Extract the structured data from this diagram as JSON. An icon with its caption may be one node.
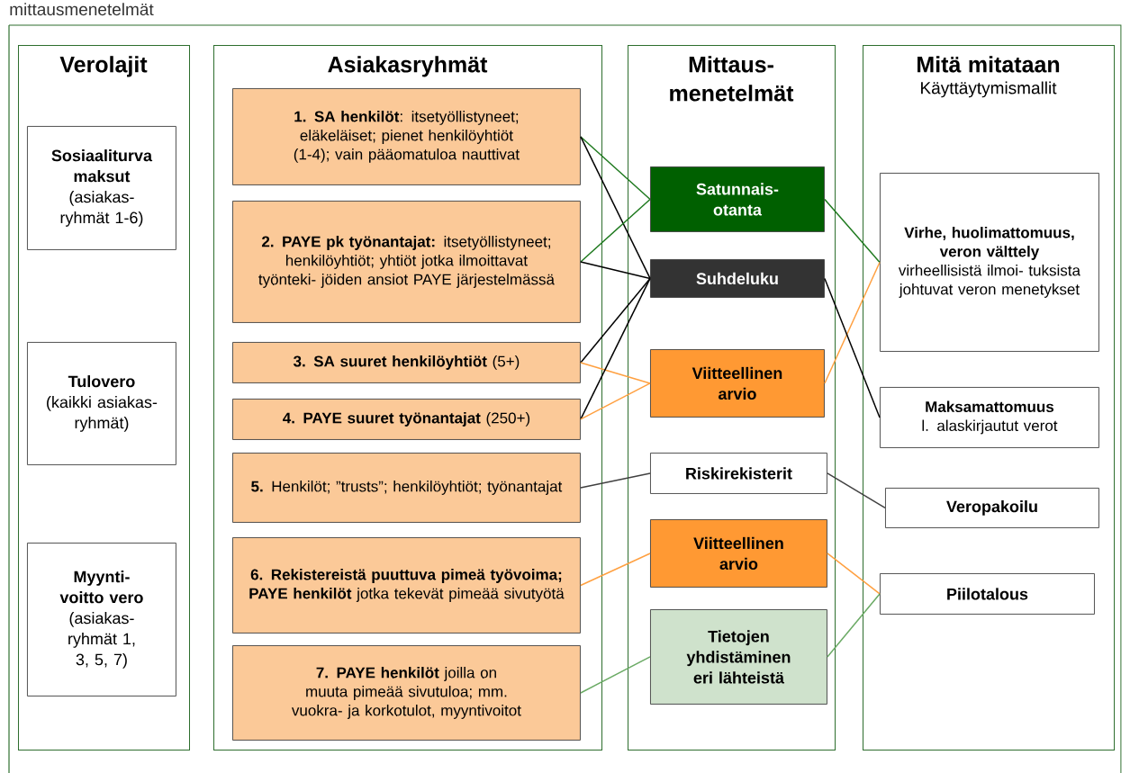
{
  "diagram": {
    "title": "mittausmenetelmät",
    "nodes": [
      {
        "text": [
          "Verolajit"
        ]
      },
      {
        "text": [
          "Sosiaaliturva maksut",
          "(asiakas- ryhmät 1-6)"
        ],
        "in": 0
      },
      {
        "text": [
          "Tulovero",
          "(kaikki asiakas- ryhmät)"
        ],
        "in": 0
      },
      {
        "text": [
          "Myynti- voitto vero",
          "(asiakas- ryhmät 1, 3, 5, 7)"
        ],
        "in": 0
      },
      {
        "text": [
          "Asiakasryhmät"
        ]
      },
      {
        "text": [
          "**1. SA henkilöt**: itsetyöllistyneet; eläkeläiset; pienet henkilöyhtiöt (1-4); vain pääomatuloa nauttivat"
        ],
        "in": 4
      },
      {
        "text": [
          "**2. PAYE pk työnantajat:** itsetyöllistyneet; henkilöyhtiöt; yhtiöt jotka ilmoittavat työnteki- jöiden ansiot PAYE järjestelmässä"
        ],
        "in": 4
      },
      {
        "text": [
          "**3. SA suuret henkilöyhtiöt** (5+)"
        ],
        "in": 4
      },
      {
        "text": [
          "**4. PAYE suuret työnantajat** (250+)"
        ],
        "in": 4
      },
      {
        "text": [
          "**5.** Henkilöt; ”trusts”; henkilöyhtiöt; työnantajat"
        ],
        "in": 4
      },
      {
        "text": [
          "**6. Rekistereistä puuttuva pimeä työvoima; PAYE henkilöt** jotka tekevät pimeää sivutyötä"
        ],
        "in": 4
      },
      {
        "text": [
          "**7. PAYE henkilöt** joilla on muuta pimeää sivutuloa; mm. vuokra- ja korkotulot, myyntivoitot"
        ],
        "in": 4
      },
      {
        "text": [
          "Mittaus- menetelmät"
        ]
      },
      {
        "text": [
          "Satunnais- otanta"
        ],
        "in": 12
      },
      {
        "text": [
          "Suhdeluku"
        ],
        "in": 12
      },
      {
        "text": [
          "Viitteellinen arvio"
        ],
        "in": 12
      },
      {
        "text": [
          "Riskirekisterit"
        ],
        "in": 12
      },
      {
        "text": [
          "Viitteellinen arvio"
        ],
        "in": 12
      },
      {
        "text": [
          "Tietojen yhdistäminen eri lähteistä"
        ],
        "in": 12
      },
      {
        "text": [
          "Mitä mitataan",
          "Käyttäytymismallit"
        ]
      },
      {
        "text": [
          "Virhe, huolimattomuus, veron välttely",
          "virheellisistä ilmoi- tuksista johtuvat veron menetykset"
        ],
        "in": 19
      },
      {
        "text": [
          "Maksamattomuus",
          "l. alaskirjautut verot"
        ],
        "in": 19
      },
      {
        "text": [
          "Veropakoilu"
        ],
        "in": 19
      },
      {
        "text": [
          "Piilotalous"
        ],
        "in": 19
      }
    ],
    "edges": [
      {
        "from": 5,
        "to": 13,
        "arrow": "none",
        "color": "#1f7a1f"
      },
      {
        "from": 5,
        "to": 14,
        "arrow": "none",
        "color": "#000000"
      },
      {
        "from": 6,
        "to": 13,
        "arrow": "none",
        "color": "#1f7a1f"
      },
      {
        "from": 6,
        "to": 14,
        "arrow": "none",
        "color": "#000000"
      },
      {
        "from": 7,
        "to": 14,
        "arrow": "none",
        "color": "#000000"
      },
      {
        "from": 7,
        "to": 15,
        "arrow": "none",
        "color": "#ffa040"
      },
      {
        "from": 8,
        "to": 14,
        "arrow": "none",
        "color": "#000000"
      },
      {
        "from": 8,
        "to": 15,
        "arrow": "none",
        "color": "#ffa040"
      },
      {
        "from": 9,
        "to": 16,
        "arrow": "none",
        "color": "#404040"
      },
      {
        "from": 10,
        "to": 17,
        "arrow": "none",
        "color": "#ffa040"
      },
      {
        "from": 11,
        "to": 18,
        "arrow": "none",
        "color": "#6aaa64"
      },
      {
        "from": 13,
        "to": 20,
        "arrow": "none",
        "color": "#1f7a1f"
      },
      {
        "from": 15,
        "to": 20,
        "arrow": "none",
        "color": "#ffa040"
      },
      {
        "from": 14,
        "to": 21,
        "arrow": "none",
        "color": "#000000"
      },
      {
        "from": 16,
        "to": 22,
        "arrow": "none",
        "color": "#404040"
      },
      {
        "from": 17,
        "to": 23,
        "arrow": "none",
        "color": "#ffa040"
      },
      {
        "from": 18,
        "to": 23,
        "arrow": "none",
        "color": "#6aaa64"
      }
    ]
  }
}
